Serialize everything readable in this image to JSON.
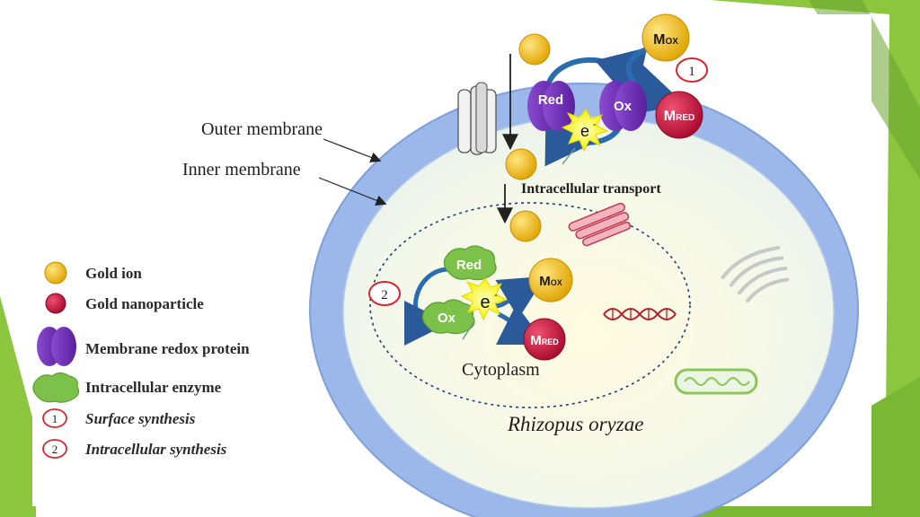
{
  "labels": {
    "outer_membrane": "Outer membrane",
    "inner_membrane": "Inner membrane",
    "intracellular_transport": "Intracellular transport",
    "cytoplasm": "Cytoplasm",
    "organism": "Rhizopus oryzae"
  },
  "surface": {
    "red": "Red",
    "ox": "Ox",
    "electron": "e",
    "electron_sup": "-",
    "m_ox_m": "M",
    "m_ox_sub": "OX",
    "m_red_m": "M",
    "m_red_sub": "RED",
    "step": "1"
  },
  "intracellular": {
    "red": "Red",
    "ox": "Ox",
    "electron": "e",
    "electron_sup": "-",
    "m_ox_m": "M",
    "m_ox_sub": "OX",
    "m_red_m": "M",
    "m_red_sub": "RED",
    "step": "2"
  },
  "legend": [
    {
      "label": "Gold ion"
    },
    {
      "label": "Gold nanoparticle"
    },
    {
      "label": "Membrane redox protein"
    },
    {
      "label": "Intracellular enzyme"
    },
    {
      "label": "Surface synthesis",
      "marker": "1"
    },
    {
      "label": "Intracellular synthesis",
      "marker": "2"
    }
  ],
  "colors": {
    "slide_green": "#8cc63f",
    "slide_green_dark": "#6aa42e",
    "outer_membrane": "#9cb8ea",
    "cell_interior": "#fbfcef",
    "gold_ion": "#f2b500",
    "gold_nanoparticle": "#c8103a",
    "redox_protein": "#6d2bb5",
    "enzyme": "#7cc24a",
    "marker_red": "#d9262e"
  }
}
